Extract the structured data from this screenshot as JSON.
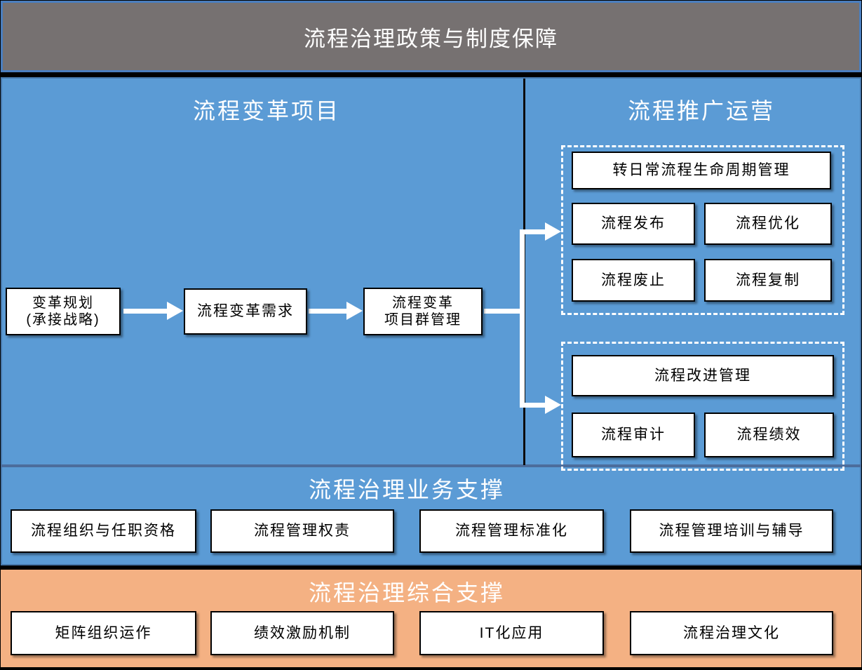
{
  "header": {
    "title": "流程治理政策与制度保障"
  },
  "change_project": {
    "title": "流程变革项目",
    "box1_line1": "变革规划",
    "box1_line2": "(承接战略)",
    "box2": "流程变革需求",
    "box3_line1": "流程变革",
    "box3_line2": "项目群管理"
  },
  "promotion": {
    "title": "流程推广运营",
    "lifecycle": {
      "header_box": "转日常流程生命周期管理",
      "cells": [
        "流程发布",
        "流程优化",
        "流程废止",
        "流程复制"
      ]
    },
    "improvement": {
      "header_box": "流程改进管理",
      "cells": [
        "流程审计",
        "流程绩效"
      ]
    }
  },
  "business_support": {
    "title": "流程治理业务支撑",
    "boxes": [
      "流程组织与任职资格",
      "流程管理权责",
      "流程管理标准化",
      "流程管理培训与辅导"
    ]
  },
  "general_support": {
    "title": "流程治理综合支撑",
    "boxes": [
      "矩阵组织运作",
      "绩效激励机制",
      "IT化应用",
      "流程治理文化"
    ]
  },
  "colors": {
    "header_gray": "#767171",
    "header_border_blue": "#4A7EBF",
    "panel_blue": "#5B9BD5",
    "divider_blue": "#4C6D9C",
    "support_orange": "#F4B183",
    "box_white": "#FFFFFF",
    "box_border_black": "#000000",
    "arrow_white": "#FFFFFF"
  }
}
